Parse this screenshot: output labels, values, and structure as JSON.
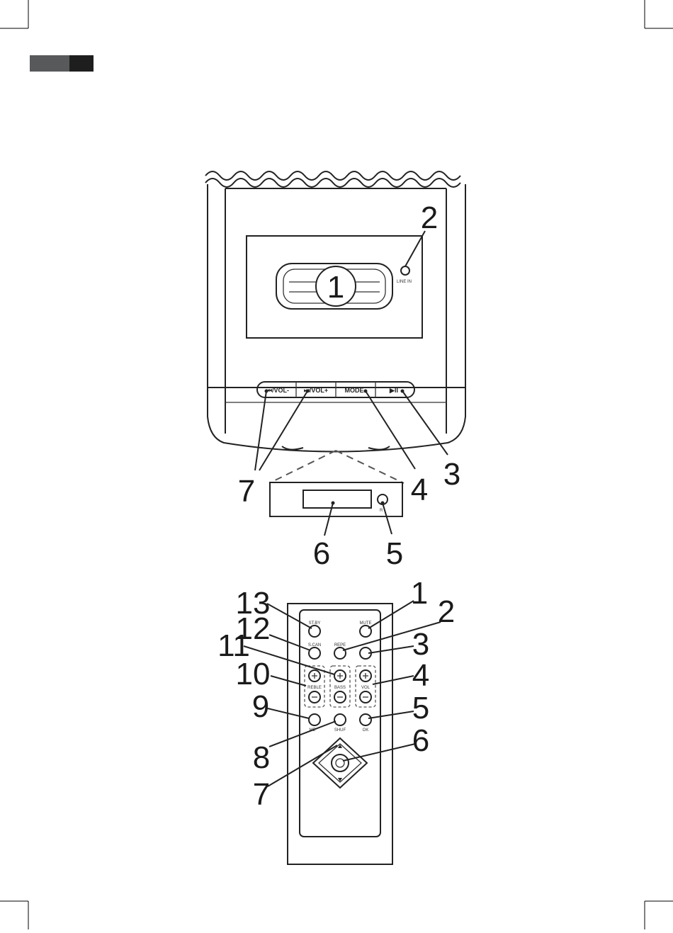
{
  "page": {
    "colors": {
      "tab_gray": "#58595b",
      "tab_black": "#1e1e1e",
      "line": "#222222"
    }
  },
  "device": {
    "labels": {
      "line_in": "LINE IN",
      "btn_prev": "⏮/VOL-",
      "btn_next": "⏭/VOL+",
      "btn_mode": "MODE",
      "btn_play": "▶II",
      "display_marker": "R"
    },
    "callouts": [
      "1",
      "2",
      "3",
      "4",
      "5",
      "6",
      "7"
    ]
  },
  "remote": {
    "labels": {
      "stby": "ST.BY",
      "mute": "MUTE",
      "scan": "S.CAN",
      "repeat": "REPE",
      "treble": "REBLE",
      "bass": "BASS",
      "vol": "VOL",
      "mem": "ME",
      "shuf": "SHUF",
      "ok": "OK"
    },
    "callouts": [
      "1",
      "2",
      "3",
      "4",
      "5",
      "6",
      "7",
      "8",
      "9",
      "10",
      "11",
      "12",
      "13"
    ]
  }
}
